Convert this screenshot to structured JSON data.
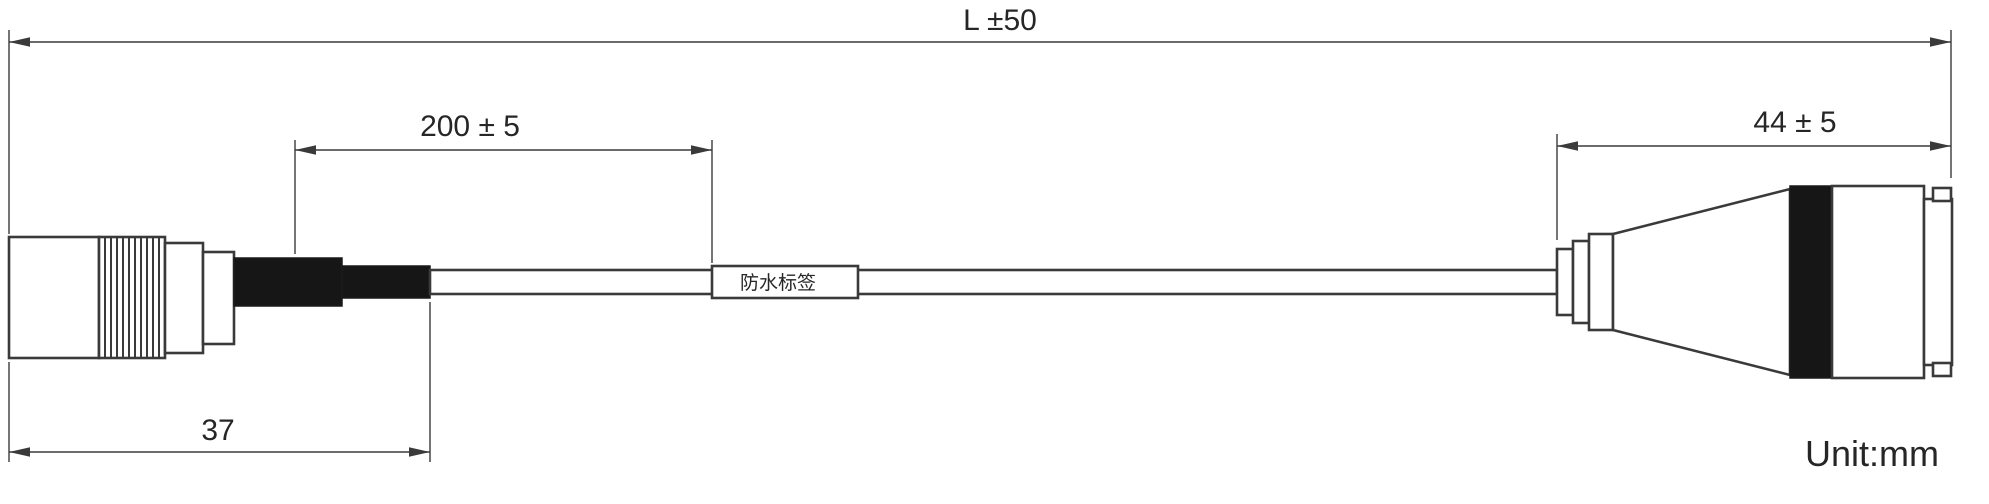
{
  "drawing": {
    "title": "cable-assembly-dimension-drawing",
    "dimensions": {
      "overall_length": "L ±50",
      "left_segment": "200 ± 5",
      "right_connector": "44 ± 5",
      "left_connector": "37"
    },
    "cable_label": "防水标签",
    "unit_note": "Unit:mm"
  },
  "colors": {
    "line": "#3a3a3a",
    "black_fill": "#161616",
    "background": "#ffffff",
    "text": "#262626"
  }
}
